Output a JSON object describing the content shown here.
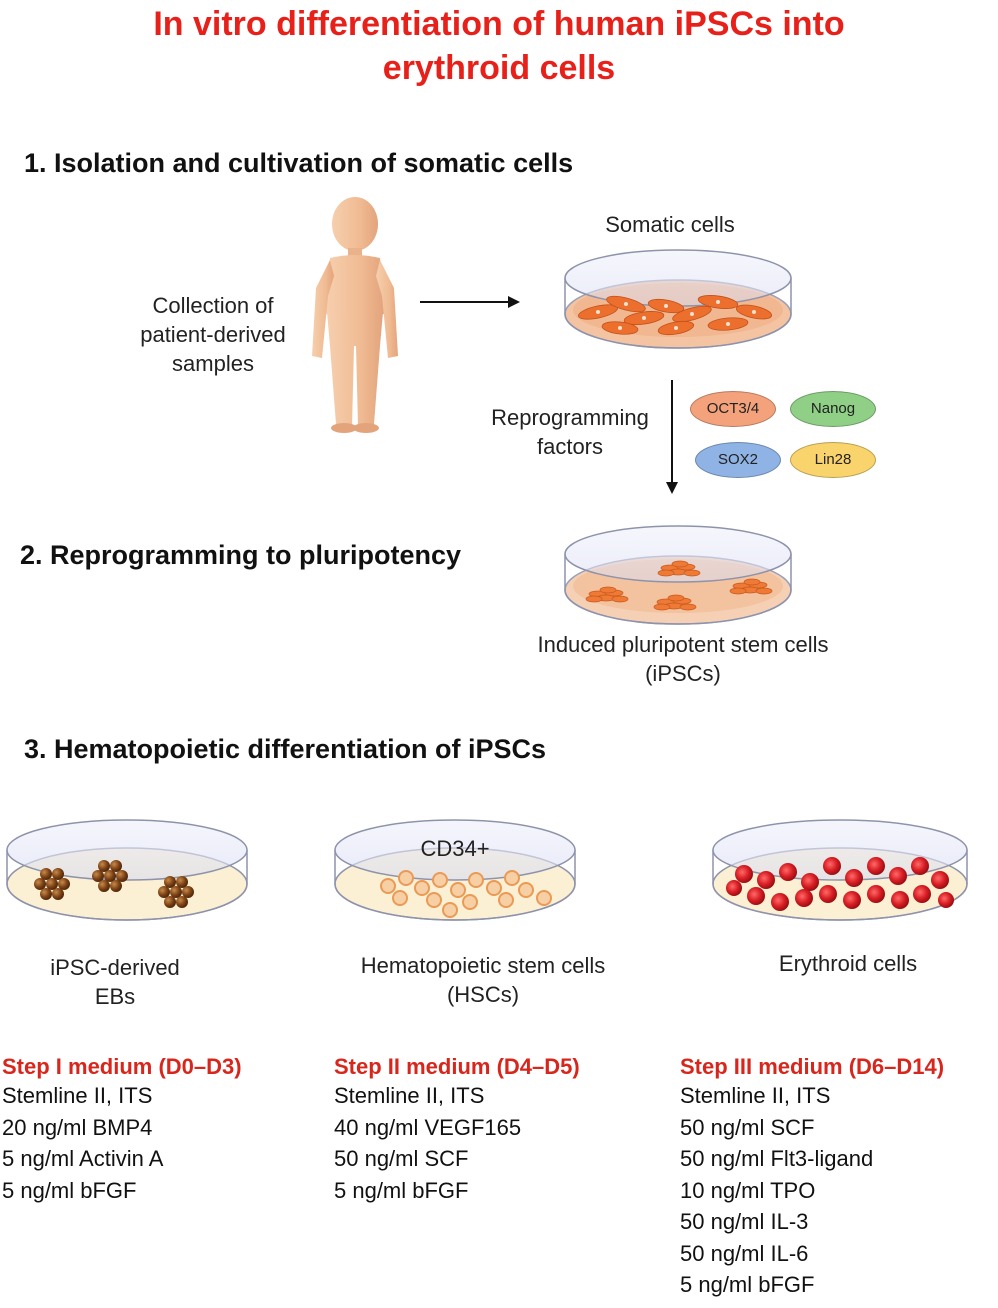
{
  "title": {
    "line1": "In vitro differentiation of human iPSCs into",
    "line2": "erythroid cells"
  },
  "section1": {
    "heading": "1. Isolation and cultivation of somatic cells",
    "collection_label": [
      "Collection of",
      "patient-derived",
      "samples"
    ],
    "somatic_label": "Somatic cells",
    "reprogramming_label": [
      "Reprogramming",
      "factors"
    ],
    "factors": [
      {
        "name": "OCT3/4",
        "color": "#f3a27c"
      },
      {
        "name": "Nanog",
        "color": "#8fcf86"
      },
      {
        "name": "SOX2",
        "color": "#8eb3e4"
      },
      {
        "name": "Lin28",
        "color": "#f9d36b"
      }
    ]
  },
  "section2": {
    "heading": "2. Reprogramming to pluripotency",
    "ipsc_label": [
      "Induced pluripotent stem cells",
      "(iPSCs)"
    ]
  },
  "section3": {
    "heading": "3. Hematopoietic differentiation of iPSCs",
    "dishes": [
      {
        "label": [
          "iPSC-derived",
          "EBs"
        ]
      },
      {
        "top_label": "CD34+",
        "label": [
          "Hematopoietic stem cells",
          "(HSCs)"
        ]
      },
      {
        "label": [
          "Erythroid cells"
        ]
      }
    ],
    "media": [
      {
        "title": "Step I medium (D0–D3)",
        "items": [
          "Stemline II, ITS",
          "20 ng/ml BMP4",
          "5 ng/ml Activin A",
          "5 ng/ml bFGF"
        ]
      },
      {
        "title": "Step II medium (D4–D5)",
        "items": [
          "Stemline II, ITS",
          "40 ng/ml VEGF165",
          "50 ng/ml SCF",
          "5 ng/ml bFGF"
        ]
      },
      {
        "title": "Step III medium (D6–D14)",
        "items": [
          "Stemline II, ITS",
          "50 ng/ml SCF",
          "50 ng/ml Flt3-ligand",
          "10 ng/ml TPO",
          "50 ng/ml IL-3",
          "50 ng/ml IL-6",
          "5 ng/ml bFGF"
        ]
      }
    ]
  },
  "colors": {
    "title": "#e8201a",
    "medium_title": "#d9261c",
    "skin": "#f2c09b",
    "somatic_cell": "#ec6f2d",
    "eb": "#7a4014",
    "hsc": "#f2a866",
    "erythroid": "#d81e24"
  }
}
